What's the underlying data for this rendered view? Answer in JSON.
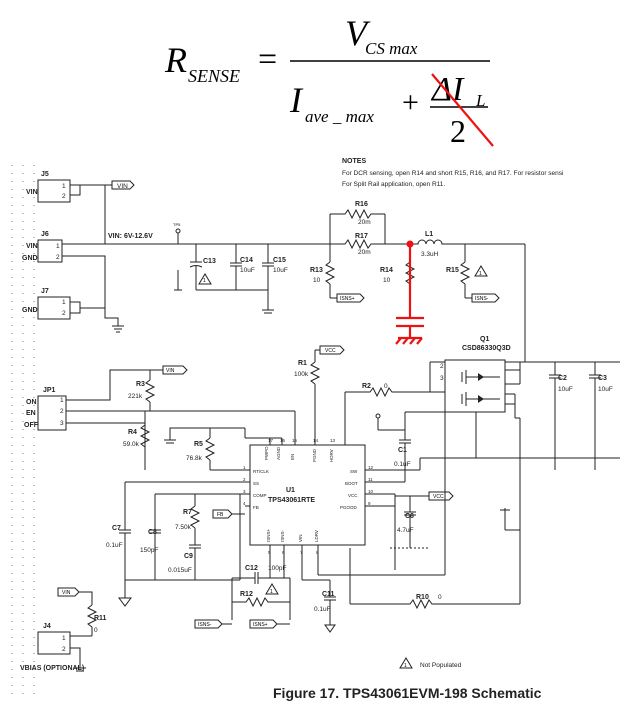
{
  "equation": {
    "lhs": "R",
    "lhs_sub": "SENSE",
    "equals": "=",
    "numerator": "V",
    "numerator_sub": "CS max",
    "denominator_term1": "I",
    "denominator_term1_sub": "ave _ max",
    "plus": "+",
    "fraction_numerator": "ΔI",
    "fraction_numerator_sub": "L",
    "fraction_denominator": "2"
  },
  "notes": {
    "title": "NOTES",
    "line1": "For DCR sensing, open R14 and short R15, R16, and R17. For resistor sensi",
    "line2": "For Split Rail application, open R11."
  },
  "connectors": {
    "j5": "J5",
    "j6": "J6",
    "j7": "J7",
    "jp1": "JP1",
    "j4": "J4",
    "vin": "VIN",
    "gnd": "GND",
    "vin_gnd_vin": "VIN",
    "vin_gnd_gnd": "GND",
    "on": "ON",
    "en": "EN",
    "off": "OFF",
    "vbias": "VBIAS (OPTIONAL)",
    "pin1": "1",
    "pin2": "2",
    "pin3": "3"
  },
  "nets": {
    "vin_range": "VIN: 6V-12.6V",
    "vin_flag": "VIN",
    "vcc_flag": "VCC",
    "isns_minus": "ISNS-",
    "isns_plus": "ISNS+",
    "fb": "FB",
    "tp": "TP5"
  },
  "components": {
    "c13": "C13",
    "c14": "C14",
    "c14v": "10uF",
    "c15": "C15",
    "c15v": "10uF",
    "r16": "R16",
    "r16v": "20m",
    "r17": "R17",
    "r17v": "20m",
    "l1": "L1",
    "l1v": "3.3uH",
    "r13": "R13",
    "r13v": "10",
    "r14": "R14",
    "r14v": "10",
    "r15": "R15",
    "r1": "R1",
    "r1v": "100k",
    "r2": "R2",
    "r2v": "0",
    "q1": "Q1",
    "q1v": "CSD86330Q3D",
    "c2": "C2",
    "c2v": "10uF",
    "c3": "C3",
    "c3v": "10uF",
    "r3": "R3",
    "r3v": "221k",
    "r4": "R4",
    "r4v": "59.0k",
    "r5": "R5",
    "r5v": "76.8k",
    "c1": "C1",
    "c1v": "0.1uF",
    "u1": "U1",
    "u1v": "TPS43061RTE",
    "c6": "C6",
    "c6v": "4.7uF",
    "c7": "C7",
    "c7v": "0.1uF",
    "c8": "C8",
    "c8v": "150pF",
    "r7": "R7",
    "r7v": "7.50k",
    "c9": "C9",
    "c9v": "0.015uF",
    "c12": "C12",
    "c12v": "100pF",
    "r12": "R12",
    "c11": "C11",
    "c11v": "0.1uF",
    "r10": "R10",
    "r10v": "0",
    "r11": "R11",
    "r11v": "0"
  },
  "ic_pins": {
    "pwpd": "PWPD",
    "agnd": "AGND",
    "en": "EN",
    "pgnd": "PGND",
    "hdrv": "HDRV",
    "rt_clk": "RT/CLK",
    "ss": "SS",
    "comp": "COMP",
    "fb": "FB",
    "sw": "SW",
    "boot": "BOOT",
    "vcc": "VCC",
    "pgood": "PGOOD",
    "isns_p": "ISNS+",
    "isns_m": "ISNS-",
    "vin": "VIN",
    "ldrv": "LDRV",
    "n17": "17",
    "n16": "16",
    "n15": "15",
    "n14": "14",
    "n13": "13",
    "n1": "1",
    "n2": "2",
    "n3": "3",
    "n4": "4",
    "n12": "12",
    "n11": "11",
    "n10": "10",
    "n9": "9",
    "n5": "5",
    "n6": "6",
    "n7": "7",
    "n8": "8"
  },
  "legend": {
    "mark": "1",
    "text": "Not Populated"
  },
  "caption": "Figure 17. TPS43061EVM-198 Schematic",
  "colors": {
    "annotation": "#e11111",
    "wire": "#222222"
  }
}
